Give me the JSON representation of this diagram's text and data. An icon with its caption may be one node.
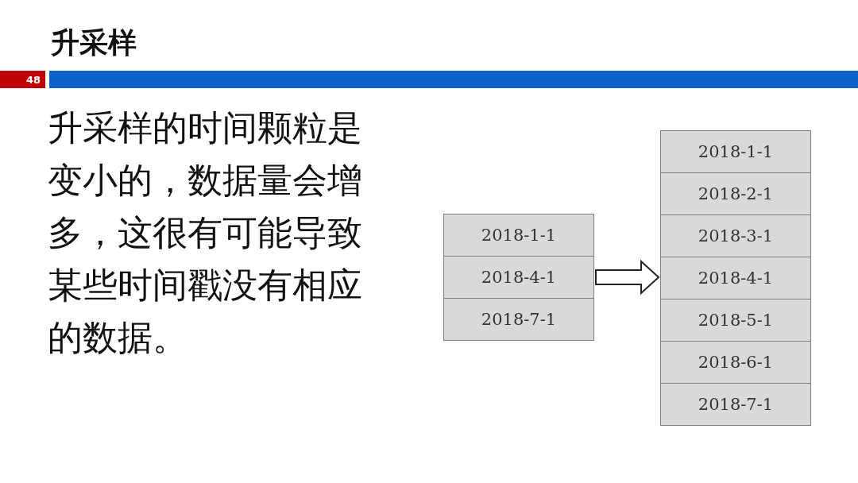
{
  "diagram": {
    "title": "升采样",
    "nodes": [
      {
        "text": [],
        "shape": "box"
      },
      {
        "text": [
          "2018-1-1"
        ],
        "in": 0
      },
      {
        "text": [
          "2018-4-1"
        ],
        "in": 0
      },
      {
        "text": [
          "2018-7-1"
        ],
        "in": 0
      },
      {
        "text": [],
        "shape": "box"
      },
      {
        "text": [
          "2018-1-1"
        ],
        "in": 4
      },
      {
        "text": [
          "2018-2-1"
        ],
        "in": 4
      },
      {
        "text": [
          "2018-3-1"
        ],
        "in": 4
      },
      {
        "text": [
          "2018-4-1"
        ],
        "in": 4
      },
      {
        "text": [
          "2018-5-1"
        ],
        "in": 4
      },
      {
        "text": [
          "2018-6-1"
        ],
        "in": 4
      },
      {
        "text": [
          "2018-7-1"
        ],
        "in": 4
      }
    ],
    "edges": [
      {
        "from": 0,
        "to": 4,
        "arrow": "to"
      }
    ],
    "labels": [
      "48",
      "升采样的时间颗粒是变小的，数据量会增多，这很有可能导致某些时间戳没有相应的数据。"
    ]
  }
}
